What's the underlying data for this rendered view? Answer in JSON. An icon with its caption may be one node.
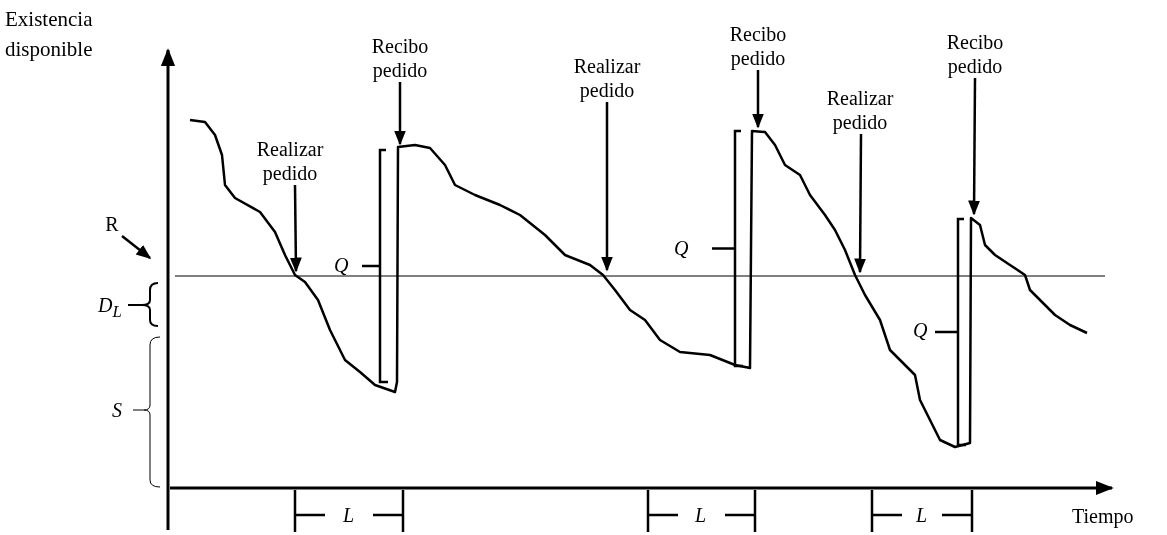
{
  "diagram": {
    "nodes": [
      {
        "text": [
          "R"
        ]
      },
      {
        "text": [
          "Realizar pedido"
        ]
      },
      {
        "text": [
          "Recibo pedido"
        ]
      },
      {
        "text": [
          "Realizar pedido"
        ]
      },
      {
        "text": [
          "Recibo pedido"
        ]
      },
      {
        "text": [
          "Realizar pedido"
        ]
      },
      {
        "text": [
          "Recibo pedido"
        ]
      },
      {
        "text": [],
        "shape": "bracket",
        "beside": [
          "Q"
        ]
      },
      {
        "text": [],
        "shape": "bracket",
        "beside": [
          "Q"
        ]
      },
      {
        "text": [],
        "shape": "bracket",
        "beside": [
          "Q"
        ]
      }
    ],
    "edges": [
      {
        "from": 0,
        "to": null,
        "arrow": "to"
      },
      {
        "from": 1,
        "to": null,
        "arrow": "to"
      },
      {
        "from": 2,
        "to": 7,
        "arrow": "to"
      },
      {
        "from": 3,
        "to": null,
        "arrow": "to"
      },
      {
        "from": 4,
        "to": 8,
        "arrow": "to"
      },
      {
        "from": 5,
        "to": null,
        "arrow": "to"
      },
      {
        "from": 6,
        "to": 9,
        "arrow": "to"
      }
    ],
    "labels": [
      "Existencia disponible",
      "D$_{L}$",
      "S",
      "L",
      "L",
      "L",
      "Tiempo"
    ]
  }
}
